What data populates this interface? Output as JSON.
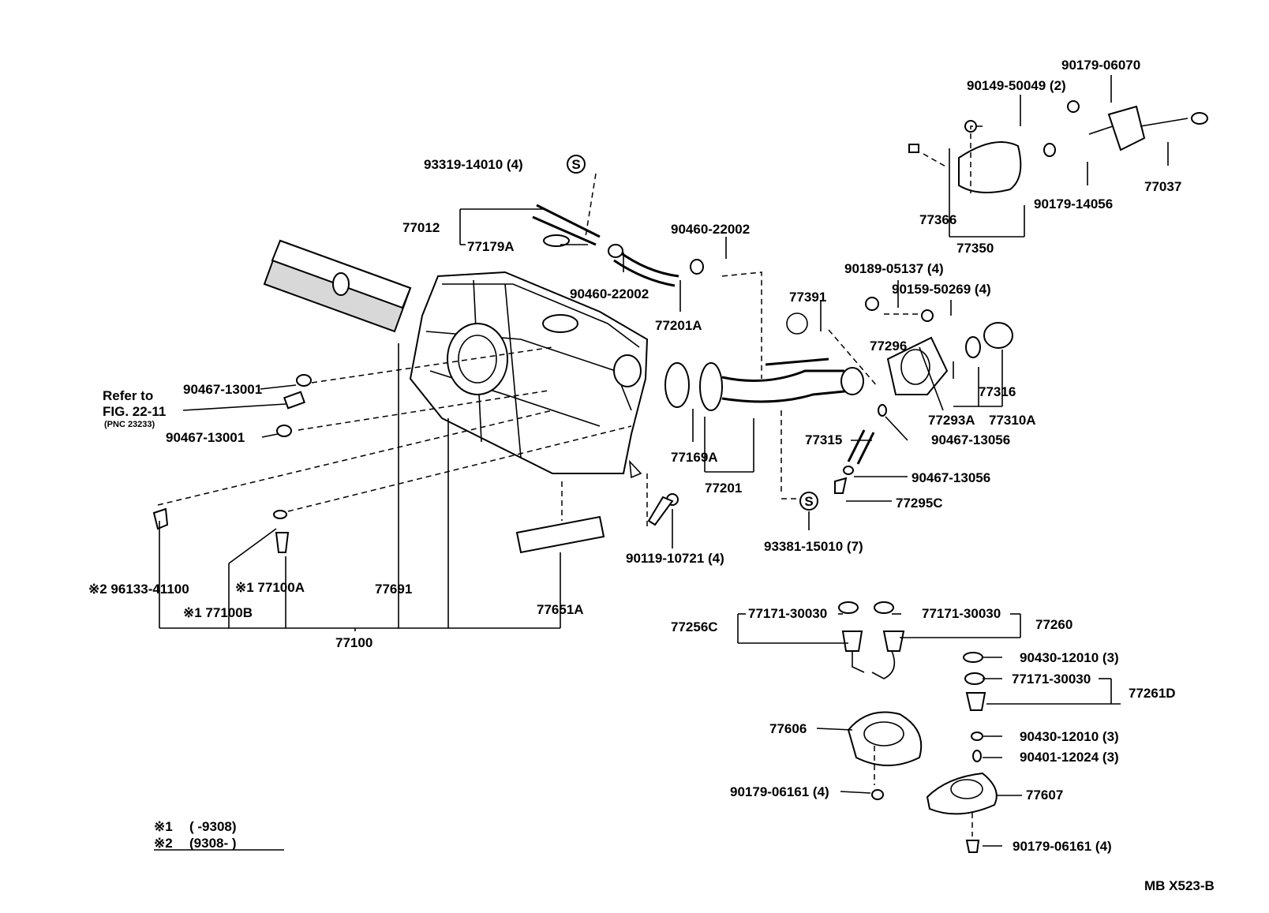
{
  "diagram": {
    "code": "MB X523-B",
    "refer_note": {
      "line1": "Refer to",
      "line2": "FIG. 22-11",
      "line3": "(PNC 23233)"
    },
    "legend": {
      "row1_mark": "※1",
      "row1_text": "(        -9308)",
      "row2_mark": "※2",
      "row2_text": "(9308-        )"
    },
    "labels": {
      "p90179_06070": "90179-06070",
      "p90149_50049": "90149-50049 (2)",
      "p93319_14010": "93319-14010 (4)",
      "p77012": "77012",
      "p77179A": "77179A",
      "p90460_22002_top": "90460-22002",
      "p90460_22002_mid": "90460-22002",
      "p77201A": "77201A",
      "p77366": "77366",
      "p77350": "77350",
      "p90179_14056": "90179-14056",
      "p77037": "77037",
      "p90189_05137": "90189-05137 (4)",
      "p90159_50269": "90159-50269 (4)",
      "p77391": "77391",
      "p77296": "77296",
      "p77316": "77316",
      "p77293A": "77293A",
      "p77310A": "77310A",
      "p90467_13001_top": "90467-13001",
      "p90467_13001_bot": "90467-13001",
      "p77315": "77315",
      "p90467_13056_a": "90467-13056",
      "p90467_13056_b": "90467-13056",
      "p77295C": "77295C",
      "p77169A": "77169A",
      "p77201": "77201",
      "p93381_15010": "93381-15010 (7)",
      "p90119_10721": "90119-10721 (4)",
      "p96133_41100": "※2  96133-41100",
      "p77100A": "※1 77100A",
      "p77100B": "※1 77100B",
      "p77691": "77691",
      "p77651A": "77651A",
      "p77100": "77100",
      "p77256C": "77256C",
      "p77171_30030_a": "77171-30030",
      "p77171_30030_b": "77171-30030",
      "p77260": "77260",
      "p90430_12010_a": "90430-12010 (3)",
      "p77171_30030_c": "77171-30030",
      "p77261D": "77261D",
      "p90430_12010_b": "90430-12010 (3)",
      "p90401_12024": "90401-12024 (3)",
      "p77606": "77606",
      "p77607": "77607",
      "p90179_06161_a": "90179-06161 (4)",
      "p90179_06161_b": "90179-06161 (4)"
    },
    "marks": {
      "s_symbol": "S"
    }
  }
}
